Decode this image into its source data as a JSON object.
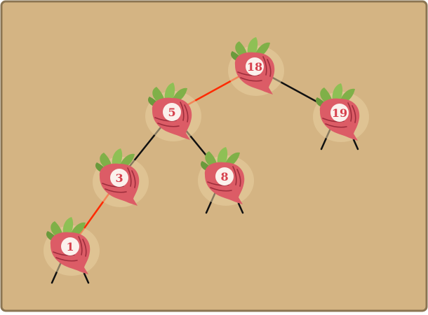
{
  "colors": {
    "background": "#d4b483",
    "border": "#8b7552",
    "edge_default": "#111111",
    "edge_highlight": "#ff2a00",
    "beet_body": "#dc5c66",
    "beet_stripe": "#9d2e3c",
    "leaf": "#7fb048",
    "label_text": "#d6404c",
    "label_circle": "#fbf1ec"
  },
  "nodes": [
    {
      "id": "n18",
      "label": "18",
      "icon": "beet-icon"
    },
    {
      "id": "n5",
      "label": "5",
      "icon": "beet-icon"
    },
    {
      "id": "n19",
      "label": "19",
      "icon": "beet-icon"
    },
    {
      "id": "n3",
      "label": "3",
      "icon": "beet-icon"
    },
    {
      "id": "n8",
      "label": "8",
      "icon": "beet-icon"
    },
    {
      "id": "n1",
      "label": "1",
      "icon": "beet-icon"
    }
  ],
  "edges": [
    {
      "from": "n18",
      "to": "n5",
      "highlight": true
    },
    {
      "from": "n18",
      "to": "n19",
      "highlight": false
    },
    {
      "from": "n5",
      "to": "n3",
      "highlight": false
    },
    {
      "from": "n5",
      "to": "n8",
      "highlight": false
    },
    {
      "from": "n3",
      "to": "n1",
      "highlight": true
    }
  ],
  "null_child_stubs": [
    "n19",
    "n8",
    "n1"
  ]
}
